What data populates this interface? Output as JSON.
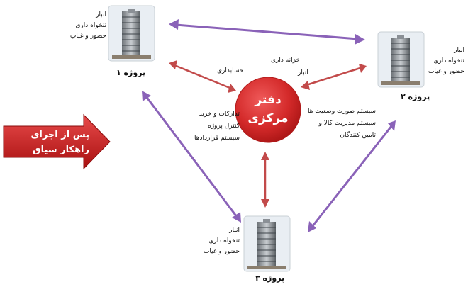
{
  "center": {
    "line1": "دفتر",
    "line2": "مرکزی"
  },
  "banner": {
    "line1": "پس از اجرای",
    "line2": "راهکار سیاق"
  },
  "projects": [
    {
      "name": "پروژه ۱",
      "items": [
        "انبار",
        "تنخواه داری",
        "حضور و غیاب"
      ]
    },
    {
      "name": "پروژه ۲",
      "items": [
        "انبار",
        "تنخواه داری",
        "حضور و غیاب"
      ]
    },
    {
      "name": "پروژه ۳",
      "items": [
        "انبار",
        "تنخواه داری",
        "حضور و غیاب"
      ]
    }
  ],
  "center_labels": {
    "top": [
      "خزانه داری",
      "حسابداری",
      "انبار"
    ],
    "left": [
      "تدارکات و خرید",
      "کنترل پروژه",
      "سیستم قراردادها"
    ],
    "right": [
      "سیستم صورت وضعیت ها",
      "سیستم مدیریت کالا و",
      "تامین کنندگان"
    ]
  },
  "colors": {
    "purple_arrow": "#8a62b8",
    "red_arrow": "#c24a4a",
    "center_fill": "#d42a2a",
    "banner_fill": "#c81c1c"
  }
}
